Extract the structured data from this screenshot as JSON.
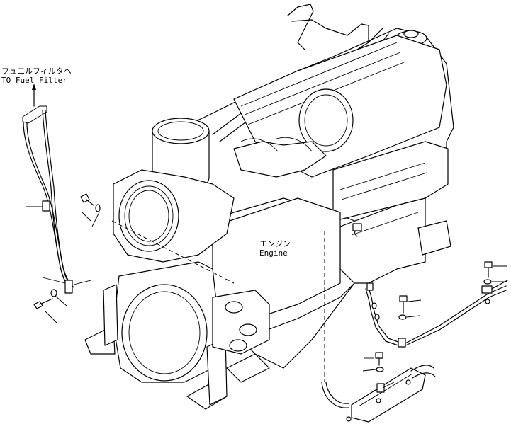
{
  "labels": {
    "fuel_filter_jp": "フュエルフィルタへ",
    "fuel_filter_en": "TO Fuel Filter",
    "engine_jp": "エンジン",
    "engine_en": "Engine"
  },
  "icons": [
    "arrow-up-icon",
    "bolt-icon",
    "washer-icon",
    "clamp-icon"
  ]
}
